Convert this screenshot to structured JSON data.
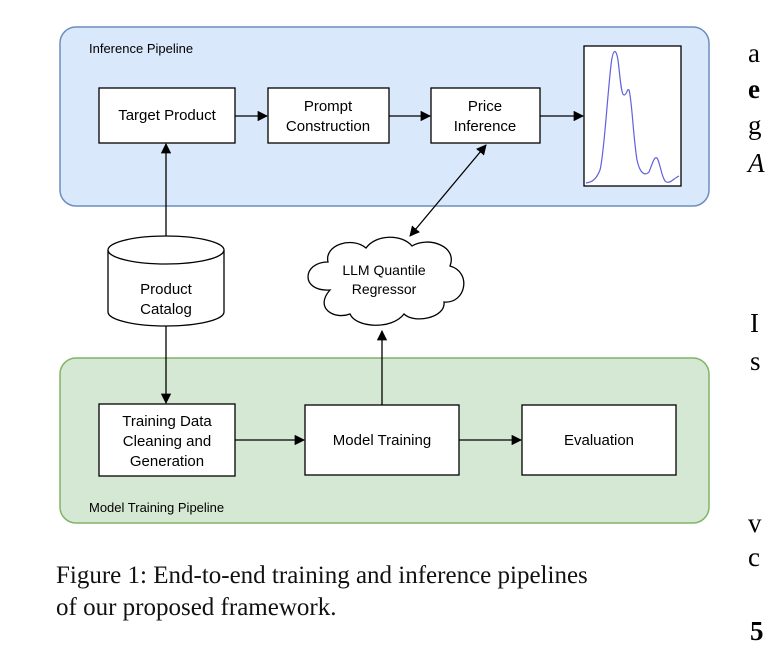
{
  "inference_pipeline": {
    "label": "Inference Pipeline",
    "color": "#dae8fc",
    "border": "#6c8ebf",
    "nodes": {
      "target_product": "Target Product",
      "prompt_construction": [
        "Prompt",
        "Construction"
      ],
      "price_inference": [
        "Price",
        "Inference"
      ]
    }
  },
  "training_pipeline": {
    "label": "Model Training Pipeline",
    "color": "#d5e8d4",
    "border": "#82b366",
    "nodes": {
      "training_data": [
        "Training Data",
        "Cleaning and",
        "Generation"
      ],
      "model_training": "Model Training",
      "evaluation": "Evaluation"
    }
  },
  "product_catalog": [
    "Product",
    "Catalog"
  ],
  "llm_regressor": [
    "LLM Quantile",
    "Regressor"
  ],
  "distribution_plot": {
    "line_color": "#6060e0"
  },
  "caption": [
    "Figure 1: End-to-end training and inference pipelines",
    "of our proposed framework."
  ],
  "side_text": [
    "a",
    "e",
    "g",
    "A",
    "I",
    "s",
    "v",
    "c",
    "5"
  ]
}
